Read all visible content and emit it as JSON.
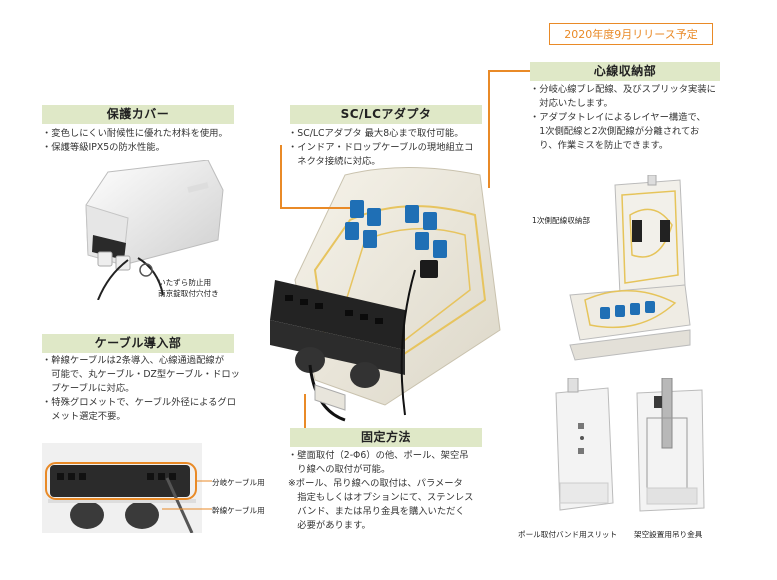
{
  "release_badge": "2020年度9月リリース予定",
  "sections": {
    "cover": {
      "title": "保護カバー",
      "lines": [
        "・変色しにくい耐候性に優れた材料を使用。",
        "・保護等級IPX5の防水性能。"
      ]
    },
    "adapter": {
      "title": "SC/LCアダプタ",
      "lines": [
        "・SC/LCアダプタ 最大8心まで取付可能。",
        "・インドア・ドロップケーブルの現地組立コ",
        "　ネクタ接続に対応。"
      ]
    },
    "storage": {
      "title": "心線収納部",
      "lines": [
        "・分岐心線ブレ配線、及びスプリッタ実装に",
        "　対応いたします。",
        "・アダプタトレイによるレイヤー構造で、",
        "　1次側配線と2次側配線が分離されてお",
        "　り、作業ミスを防止できます。"
      ]
    },
    "cable_entry": {
      "title": "ケーブル導入部",
      "lines": [
        "・幹線ケーブルは2条導入、心線通過配線が",
        "　可能で、丸ケーブル・DZ型ケーブル・ドロッ",
        "　プケーブルに対応。",
        "・特殊グロメットで、ケーブル外径によるグロ",
        "　メット選定不要。"
      ]
    },
    "mounting": {
      "title": "固定方法",
      "lines": [
        "・壁面取付（2-Φ6）の他、ポール、架空吊",
        "　り線への取付が可能。",
        "※ポール、吊り線への取付は、パラメータ",
        "　指定もしくはオプションにて、ステンレス",
        "　バンド、または吊り金具を購入いただく",
        "　必要があります。"
      ]
    }
  },
  "captions": {
    "anti_tamper_1": "いたずら防止用",
    "anti_tamper_2": "南京錠取付穴付き",
    "branch_cable": "分岐ケーブル用",
    "trunk_cable": "幹線ケーブル用",
    "primary_storage": "1次側配線収納部",
    "pole_slit": "ポール取付バンド用スリット",
    "aerial_hanger": "架空設置用吊り金具"
  },
  "colors": {
    "accent": "#e98a27",
    "header_bg": "#dfe8c7"
  }
}
